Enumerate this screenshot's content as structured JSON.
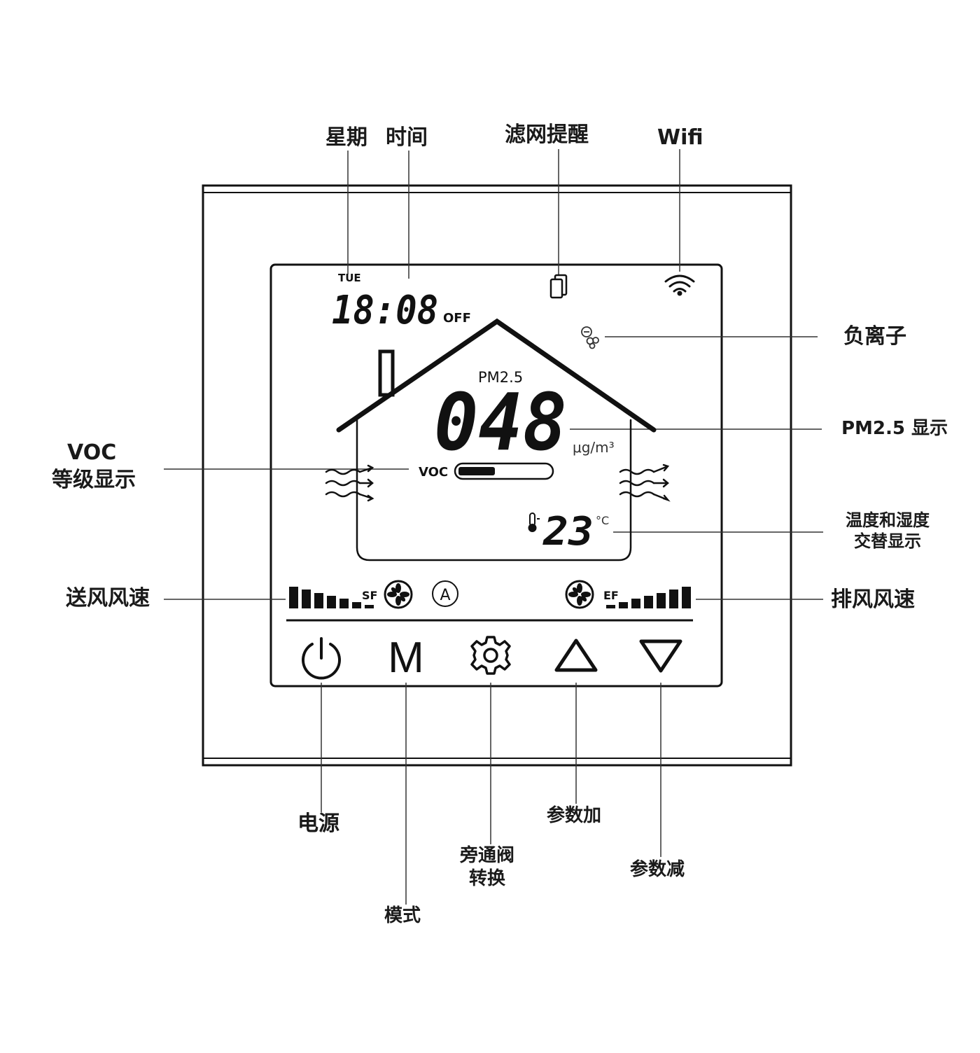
{
  "labels": {
    "week": "星期",
    "time": "时间",
    "filter_reminder": "滤网提醒",
    "wifi": "Wifi",
    "negative_ion": "负离子",
    "pm25_display": "PM2.5 显示",
    "voc_line1": "VOC",
    "voc_line2": "等级显示",
    "temp_humidity_line1": "温度和湿度",
    "temp_humidity_line2": "交替显示",
    "supply_fan_speed": "送风风速",
    "exhaust_fan_speed": "排风风速",
    "power": "电源",
    "mode": "模式",
    "bypass_line1": "旁通阀",
    "bypass_line2": "转换",
    "param_up": "参数加",
    "param_down": "参数减"
  },
  "lcd": {
    "day": "TUE",
    "clock": "18:08",
    "clock_state": "OFF",
    "pm25_label": "PM2.5",
    "pm25_value": "048",
    "pm25_unit": "μg/m³",
    "voc_label": "VOC",
    "voc_level_fraction": 0.4,
    "temperature": "23",
    "temp_unit": "°C",
    "sf_label": "SF",
    "ef_label": "EF",
    "auto_label": "A",
    "mode_button": "M"
  },
  "icons": {
    "filter": "filter-icon",
    "wifi": "wifi-icon",
    "negative_ion": "negative-ion-icon",
    "thermometer": "thermometer-icon",
    "supply_fan": "fan-icon",
    "exhaust_fan": "fan-icon",
    "power": "power-icon",
    "settings": "gear-icon",
    "up": "triangle-up-icon",
    "down": "triangle-down-icon"
  }
}
